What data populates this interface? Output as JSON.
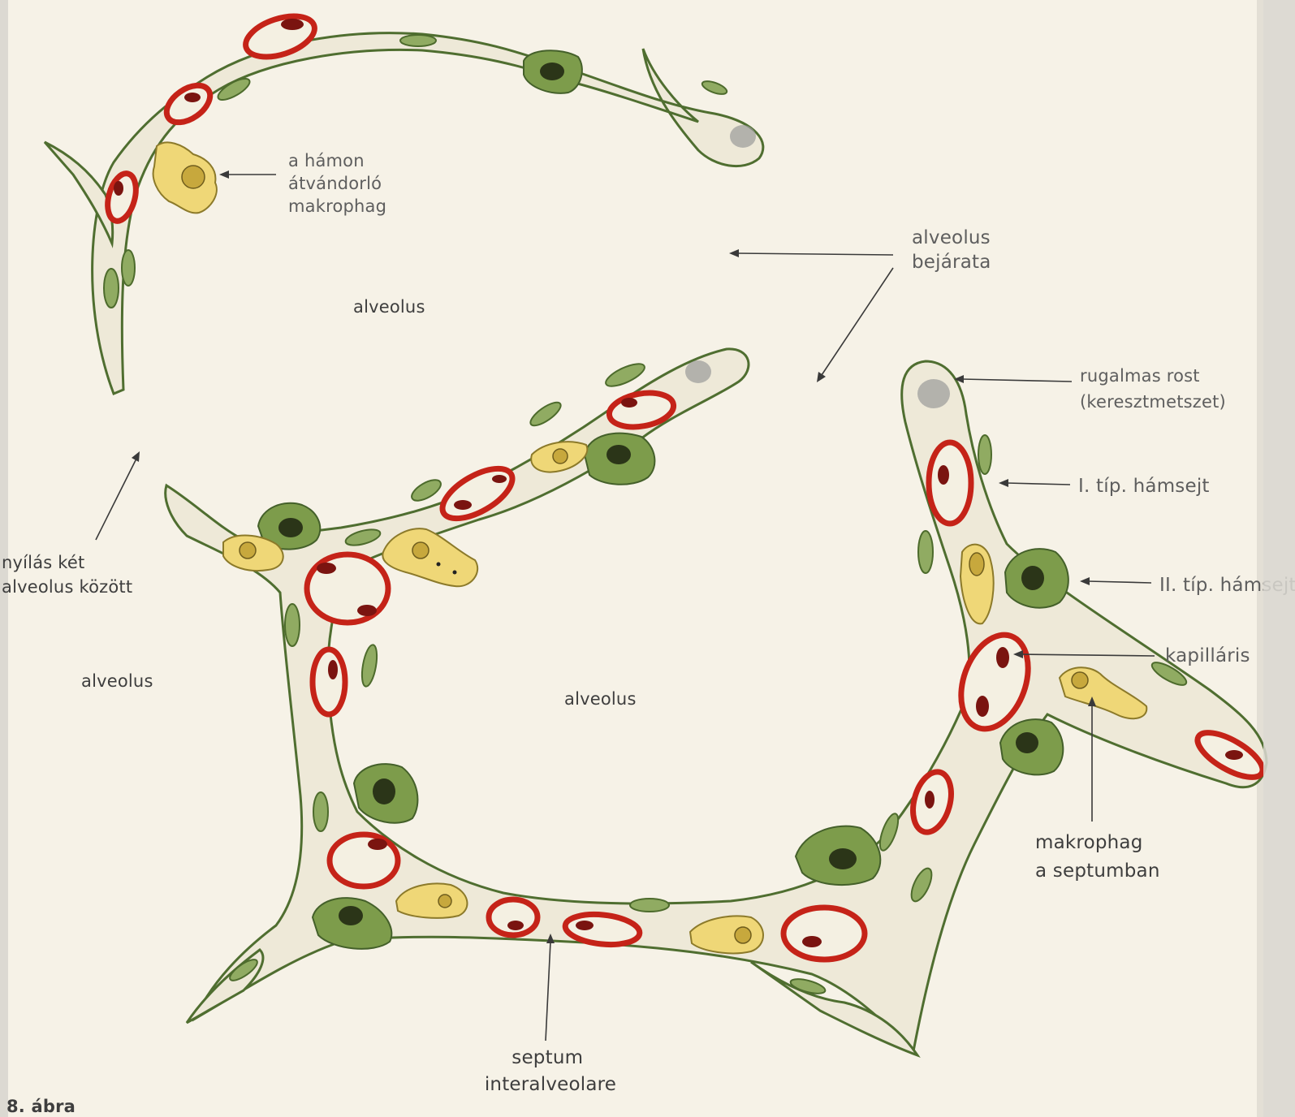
{
  "labels": {
    "migrating_macrophage": [
      "a hámon",
      "átvándorló",
      "makrophag"
    ],
    "alveolus_entrance": [
      "alveolus",
      "bejárata"
    ],
    "alveolus_top": "alveolus",
    "alveolus_left": "alveolus",
    "alveolus_center": "alveolus",
    "opening_between": [
      "nyílás két",
      "alveolus között"
    ],
    "elastic_fiber": [
      "rugalmas rost",
      "(keresztmetszet)"
    ],
    "type1_cell": "I. típ. hámsejt",
    "type2_cell": "II. típ. hámsejt",
    "capillary": "kapilláris",
    "septal_macrophage": [
      "makrophag",
      "a septumban"
    ],
    "septum": [
      "septum",
      "interalveolare"
    ],
    "caption_fragment": "8. ábra"
  },
  "colors": {
    "background": "#f6f2e7",
    "wall_fill": "#eee9d8",
    "epithelium": "#4f6e30",
    "type2_cell": "#7d9c4b",
    "capillary": "#c52318",
    "macrophage": "#efd777"
  }
}
